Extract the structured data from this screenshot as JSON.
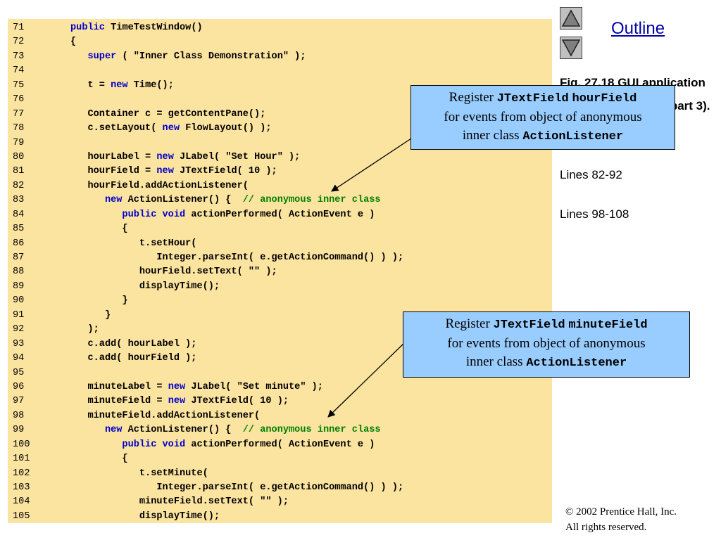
{
  "nav": {
    "outline_title": "Outline"
  },
  "figure": {
    "caption": "Fig. 27.18  GUI application with inner classes (part 3).",
    "lines_ref_1": "Lines 82-92",
    "lines_ref_2": "Lines 98-108"
  },
  "callouts": [
    {
      "prefix": "Register ",
      "code1": "JTextField",
      "code2": "hourField",
      "line2": "for events from object of anonymous",
      "line3_prefix": "inner class ",
      "line3_code": "ActionListener"
    },
    {
      "prefix": "Register ",
      "code1": "JTextField",
      "code2": "minuteField",
      "line2": "for events from object of anonymous",
      "line3_prefix": "inner class ",
      "line3_code": "ActionListener"
    }
  ],
  "copyright": {
    "line1": "© 2002 Prentice Hall, Inc.",
    "line2": "All rights reserved."
  },
  "code_lines": [
    {
      "n": "71",
      "t": [
        [
          "kw",
          "public"
        ],
        [
          "",
          "TimeTestWindow()"
        ]
      ]
    },
    {
      "n": "72",
      "t": [
        [
          "",
          "{"
        ]
      ]
    },
    {
      "n": "73",
      "t": [
        [
          "",
          "   "
        ],
        [
          "kw",
          "super"
        ],
        [
          "",
          "( \"Inner Class Demonstration\" );"
        ]
      ]
    },
    {
      "n": "74",
      "t": []
    },
    {
      "n": "75",
      "t": [
        [
          "",
          "   t = "
        ],
        [
          "kw",
          "new"
        ],
        [
          "",
          ""
        ],
        [
          "",
          "Time();"
        ]
      ]
    },
    {
      "n": "76",
      "t": []
    },
    {
      "n": "77",
      "t": [
        [
          "",
          "   Container c = getContentPane();"
        ]
      ]
    },
    {
      "n": "78",
      "t": [
        [
          "",
          "   c.setLayout( "
        ],
        [
          "kw",
          "new"
        ],
        [
          "",
          "FlowLayout() );"
        ]
      ]
    },
    {
      "n": "79",
      "t": []
    },
    {
      "n": "80",
      "t": [
        [
          "",
          "   hourLabel = "
        ],
        [
          "kw",
          "new"
        ],
        [
          "",
          "JLabel( \"Set Hour\" );"
        ]
      ]
    },
    {
      "n": "81",
      "t": [
        [
          "",
          "   hourField = "
        ],
        [
          "kw",
          "new"
        ],
        [
          "",
          "JTextField( 10 );"
        ]
      ]
    },
    {
      "n": "82",
      "t": [
        [
          "",
          "   hourField.addActionListener("
        ]
      ]
    },
    {
      "n": "83",
      "t": [
        [
          "",
          "      "
        ],
        [
          "kw",
          "new"
        ],
        [
          "",
          "ActionListener() {  "
        ],
        [
          "cm",
          "// anonymous inner class"
        ]
      ]
    },
    {
      "n": "84",
      "t": [
        [
          "",
          "         "
        ],
        [
          "kw",
          "public void"
        ],
        [
          "",
          "actionPerformed( ActionEvent e )"
        ]
      ]
    },
    {
      "n": "85",
      "t": [
        [
          "",
          "         {"
        ]
      ]
    },
    {
      "n": "86",
      "t": [
        [
          "",
          "            t.setHour("
        ]
      ]
    },
    {
      "n": "87",
      "t": [
        [
          "",
          "               Integer.parseInt( e.getActionCommand() ) );"
        ]
      ]
    },
    {
      "n": "88",
      "t": [
        [
          "",
          "            hourField.setText( \"\" );"
        ]
      ]
    },
    {
      "n": "89",
      "t": [
        [
          "",
          "            displayTime();"
        ]
      ]
    },
    {
      "n": "90",
      "t": [
        [
          "",
          "         }"
        ]
      ]
    },
    {
      "n": "91",
      "t": [
        [
          "",
          "      }"
        ]
      ]
    },
    {
      "n": "92",
      "t": [
        [
          "",
          "   );"
        ]
      ]
    },
    {
      "n": "93",
      "t": [
        [
          "",
          "   c.add( hourLabel );"
        ]
      ]
    },
    {
      "n": "94",
      "t": [
        [
          "",
          "   c.add( hourField );"
        ]
      ]
    },
    {
      "n": "95",
      "t": []
    },
    {
      "n": "96",
      "t": [
        [
          "",
          "   minuteLabel = "
        ],
        [
          "kw",
          "new"
        ],
        [
          "",
          "JLabel( \"Set minute\" );"
        ]
      ]
    },
    {
      "n": "97",
      "t": [
        [
          "",
          "   minuteField = "
        ],
        [
          "kw",
          "new"
        ],
        [
          "",
          "JTextField( 10 );"
        ]
      ]
    },
    {
      "n": "98",
      "t": [
        [
          "",
          "   minuteField.addActionListener("
        ]
      ]
    },
    {
      "n": "99",
      "t": [
        [
          "",
          "      "
        ],
        [
          "kw",
          "new"
        ],
        [
          "",
          "ActionListener() {  "
        ],
        [
          "cm",
          "// anonymous inner class"
        ]
      ]
    },
    {
      "n": "100",
      "t": [
        [
          "",
          "         "
        ],
        [
          "kw",
          "public void"
        ],
        [
          "",
          "actionPerformed( ActionEvent e )"
        ]
      ]
    },
    {
      "n": "101",
      "t": [
        [
          "",
          "         {"
        ]
      ]
    },
    {
      "n": "102",
      "t": [
        [
          "",
          "            t.setMinute("
        ]
      ]
    },
    {
      "n": "103",
      "t": [
        [
          "",
          "               Integer.parseInt( e.getActionCommand() ) );"
        ]
      ]
    },
    {
      "n": "104",
      "t": [
        [
          "",
          "            minuteField.setText( \"\" );"
        ]
      ]
    },
    {
      "n": "105",
      "t": [
        [
          "",
          "            displayTime();"
        ]
      ]
    }
  ]
}
